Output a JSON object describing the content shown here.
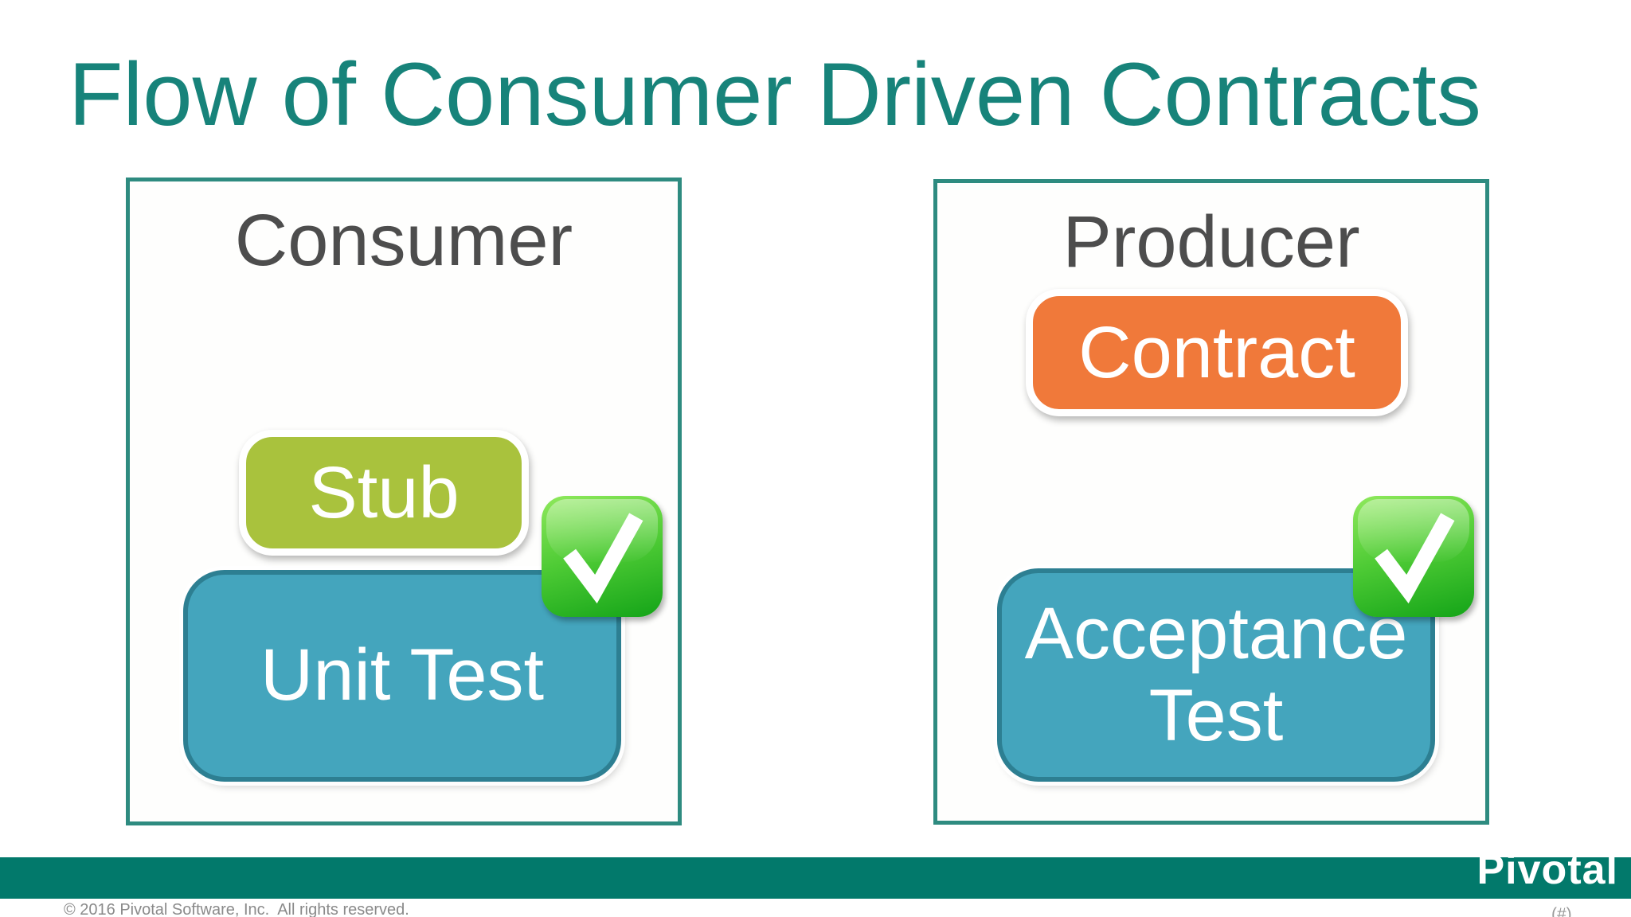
{
  "slide": {
    "title": "Flow of Consumer Driven Contracts",
    "panels": [
      {
        "heading": "Consumer",
        "boxes": [
          {
            "label": "Stub",
            "fill": "#a9c23d"
          },
          {
            "label": "Unit Test",
            "fill": "#44a5bd"
          }
        ],
        "status_icon": "green-checkmark"
      },
      {
        "heading": "Producer",
        "boxes": [
          {
            "label": "Contract",
            "fill": "#f0793a"
          },
          {
            "label": "Acceptance Test",
            "fill": "#44a5bd"
          }
        ],
        "status_icon": "green-checkmark"
      }
    ]
  },
  "footer": {
    "brand": "Pivotal",
    "copyright": "© 2016 Pivotal Software, Inc.  All rights reserved.",
    "slide_number_placeholder": "(#)"
  },
  "colors": {
    "title_text": "#17837a",
    "panel_border": "#2e8b80",
    "heading_text": "#4d4d4d",
    "stub_fill": "#a9c23d",
    "test_fill": "#44a5bd",
    "test_border": "#2d7f92",
    "contract_fill": "#f0793a",
    "check_green": "#2db82d",
    "footer_bar": "#02796b",
    "copyright_text": "#8a8a8a"
  }
}
